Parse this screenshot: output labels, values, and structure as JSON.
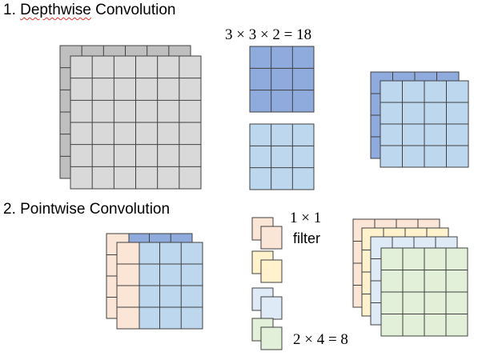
{
  "sections": {
    "depthwise": {
      "number": "1.",
      "word": "Depthwise",
      "rest": " Convolution"
    },
    "pointwise": {
      "title": "2. Pointwise Convolution"
    }
  },
  "formulas": {
    "depthwise_params": "3 × 3 × 2 = 18",
    "pointwise_params": "2 × 4 = 8"
  },
  "filter_caption": {
    "size": "1 × 1",
    "word": "filter"
  },
  "colors": {
    "gray_back": "#bfbfbf",
    "gray_front": "#d9d9d9",
    "blue_dark": "#8faadc",
    "blue_light": "#bdd7ee",
    "peach": "#fbe5d6",
    "yellow": "#fff2cc",
    "pale_blue": "#deebf7",
    "green": "#e2f0d9",
    "stroke": "#404040",
    "spellcheck": "#d9342b"
  }
}
